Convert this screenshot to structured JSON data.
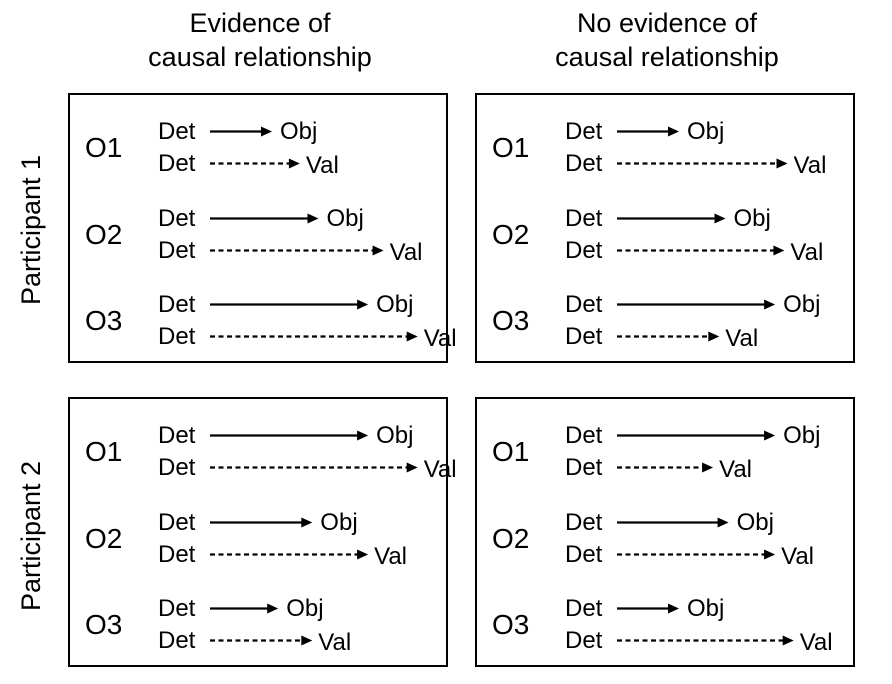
{
  "columns": [
    {
      "label": "Evidence of\ncausal relationship"
    },
    {
      "label": "No evidence of\ncausal relationship"
    }
  ],
  "rows": [
    {
      "label": "Participant 1"
    },
    {
      "label": "Participant 2"
    }
  ],
  "terms": {
    "source": "Det",
    "solid_target": "Obj",
    "dashed_target": "Val"
  },
  "panels": [
    {
      "row": 0,
      "col": 0,
      "items": [
        {
          "label": "O1",
          "obj_level": 0.2,
          "val_level": 0.29
        },
        {
          "label": "O2",
          "obj_level": 0.35,
          "val_level": 0.56
        },
        {
          "label": "O3",
          "obj_level": 0.51,
          "val_level": 0.67
        }
      ]
    },
    {
      "row": 0,
      "col": 1,
      "items": [
        {
          "label": "O1",
          "obj_level": 0.2,
          "val_level": 0.55
        },
        {
          "label": "O2",
          "obj_level": 0.35,
          "val_level": 0.54
        },
        {
          "label": "O3",
          "obj_level": 0.51,
          "val_level": 0.33
        }
      ]
    },
    {
      "row": 1,
      "col": 0,
      "items": [
        {
          "label": "O1",
          "obj_level": 0.51,
          "val_level": 0.67
        },
        {
          "label": "O2",
          "obj_level": 0.33,
          "val_level": 0.51
        },
        {
          "label": "O3",
          "obj_level": 0.22,
          "val_level": 0.33
        }
      ]
    },
    {
      "row": 1,
      "col": 1,
      "items": [
        {
          "label": "O1",
          "obj_level": 0.51,
          "val_level": 0.31
        },
        {
          "label": "O2",
          "obj_level": 0.36,
          "val_level": 0.51
        },
        {
          "label": "O3",
          "obj_level": 0.2,
          "val_level": 0.57
        }
      ]
    }
  ]
}
